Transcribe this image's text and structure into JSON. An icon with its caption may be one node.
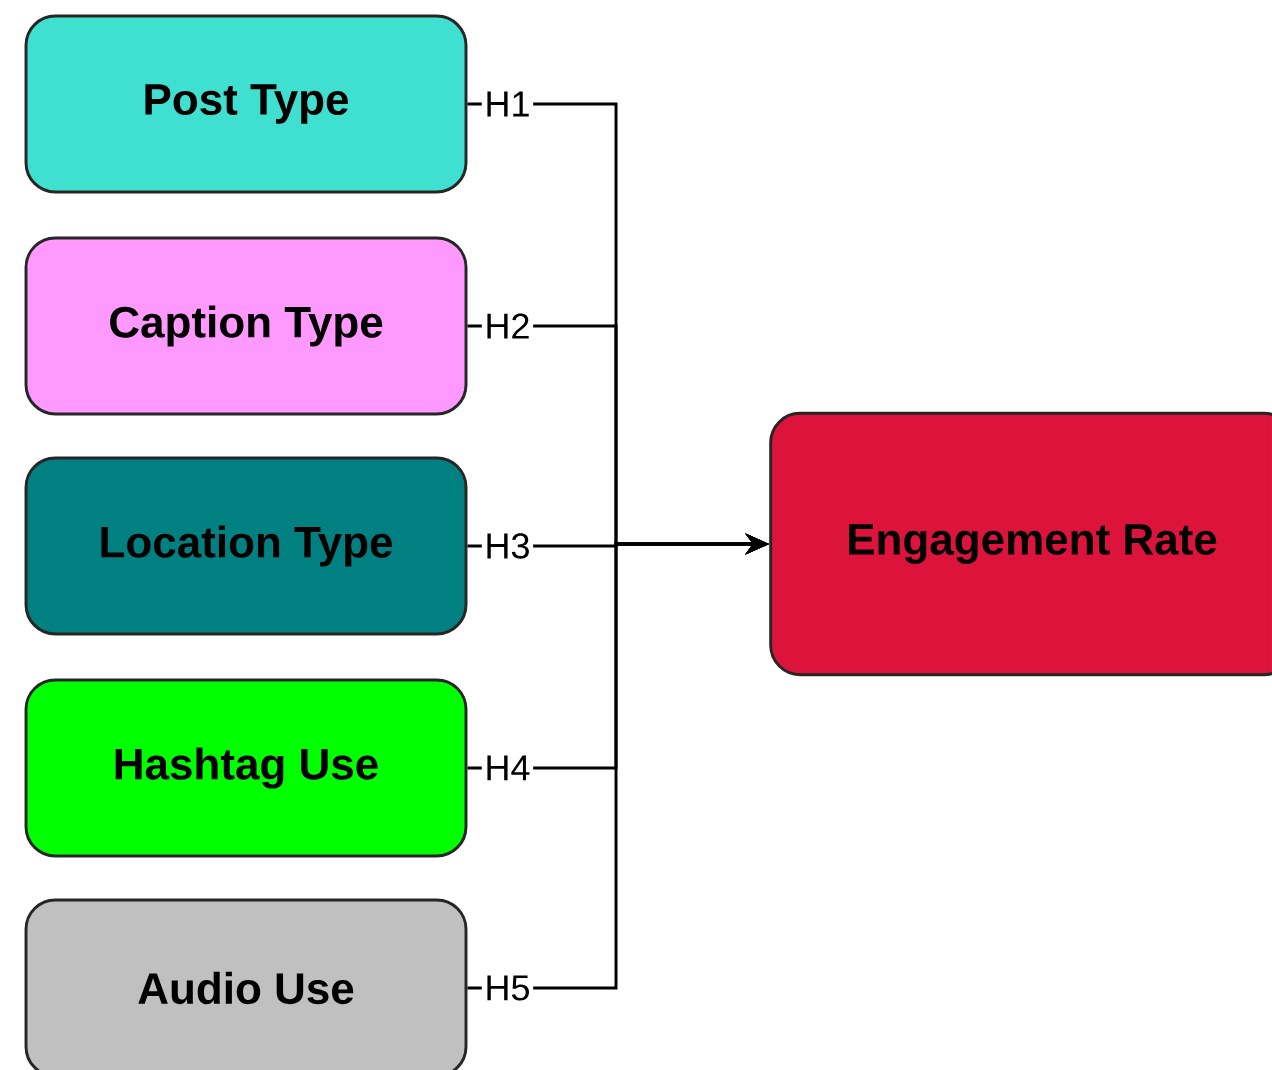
{
  "diagram": {
    "nodes": [
      {
        "text": [
          "Post Type"
        ]
      },
      {
        "text": [
          "Caption Type"
        ]
      },
      {
        "text": [
          "Location Type"
        ]
      },
      {
        "text": [
          "Hashtag Use"
        ]
      },
      {
        "text": [
          "Audio Use"
        ]
      },
      {
        "text": [
          "Engagement Rate"
        ]
      }
    ],
    "edges": [
      {
        "from": 0,
        "to": 5,
        "arrow": "to",
        "label": "H1"
      },
      {
        "from": 1,
        "to": 5,
        "arrow": "to",
        "label": "H2"
      },
      {
        "from": 2,
        "to": 5,
        "arrow": "to",
        "label": "H3"
      },
      {
        "from": 3,
        "to": 5,
        "arrow": "to",
        "label": "H4"
      },
      {
        "from": 4,
        "to": 5,
        "arrow": "to",
        "label": "H5"
      }
    ]
  }
}
